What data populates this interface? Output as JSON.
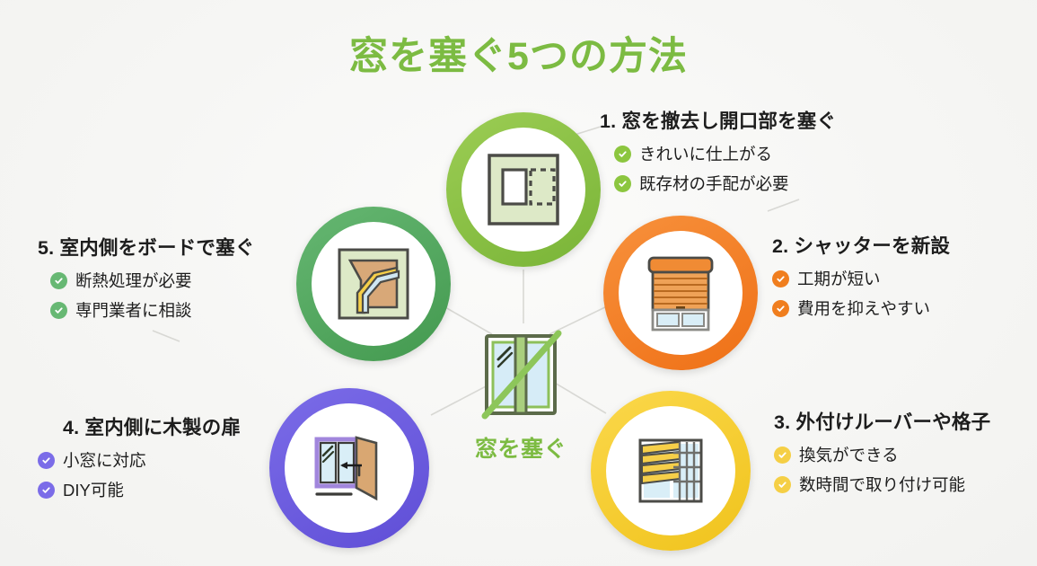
{
  "title": "窓を塞ぐ5つの方法",
  "background_color": "#f7f7f5",
  "center": {
    "label": "窓を塞ぐ",
    "icon": "blocked-window-icon",
    "color": "#7cbb42"
  },
  "colors": {
    "title": "#7cbb42",
    "node1": "#8cc63f",
    "node2": "#ef7016",
    "node3": "#f0c31c",
    "node4": "#6c5ce0",
    "node5": "#52a860",
    "text": "#1d1d1d",
    "connector": "#d6d6d2"
  },
  "items": [
    {
      "number": "1.",
      "heading": "1. 窓を撤去し開口部を塞ぐ",
      "icon": "wall-opening-icon",
      "color": "#8cc63f",
      "bullets": [
        "きれいに仕上がる",
        "既存材の手配が必要"
      ]
    },
    {
      "number": "2.",
      "heading": "2. シャッターを新設",
      "icon": "shutter-icon",
      "color": "#ef7016",
      "bullets": [
        "工期が短い",
        "費用を抑えやすい"
      ]
    },
    {
      "number": "3.",
      "heading": "3. 外付けルーバーや格子",
      "icon": "louver-grid-icon",
      "color": "#f0c31c",
      "bullets": [
        "換気ができる",
        "数時間で取り付け可能"
      ]
    },
    {
      "number": "4.",
      "heading": "4. 室内側に木製の扉",
      "icon": "wooden-door-icon",
      "color": "#6c5ce0",
      "bullets": [
        "小窓に対応",
        "DIY可能"
      ]
    },
    {
      "number": "5.",
      "heading": "5. 室内側をボードで塞ぐ",
      "icon": "board-insulation-icon",
      "color": "#52a860",
      "bullets": [
        "断熱処理が必要",
        "専門業者に相談"
      ]
    }
  ]
}
